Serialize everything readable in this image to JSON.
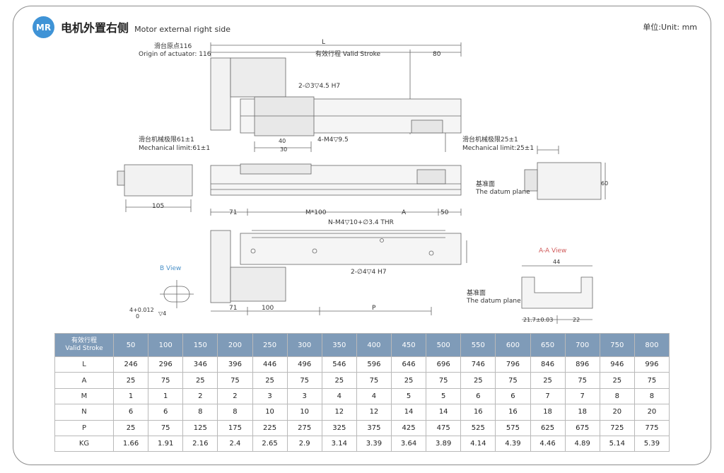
{
  "header": {
    "badge": "MR",
    "title_zh": "电机外置右侧",
    "title_en": "Motor external right side",
    "unit": "单位:Unit: mm"
  },
  "drawing": {
    "L": "L",
    "origin_zh": "滑台原点116",
    "origin_en": "Origin of actuator: 116",
    "valid_stroke": "有效行程 Valid Stroke",
    "dim_80": "80",
    "hole_2_3": "2-∅3▽4.5 H7",
    "tap_4_m4": "4-M4▽9.5",
    "dim_40": "40",
    "dim_30": "30",
    "mech_left_zh": "滑台机械极限61±1",
    "mech_left_en": "Mechanical limit:61±1",
    "mech_right_zh": "滑台机械极限25±1",
    "mech_right_en": "Mechanical limit:25±1",
    "dim_105": "105",
    "datum_zh": "基准面",
    "datum_en": "The datum plane",
    "dim_71_top": "71",
    "dim_M100": "M*100",
    "dim_A": "A",
    "dim_50": "50",
    "n_m4": "N-M4▽10+∅3.4 THR",
    "hole_2_4": "2-∅4▽4 H7",
    "dim_71_bottom": "71",
    "dim_100": "100",
    "dim_P": "P",
    "b_view": "B View",
    "tol_4": "4+0.012",
    "tol_0": "0",
    "tol_depth": "▽4",
    "aa_view": "A-A View",
    "dim_44": "44",
    "dim_21_7": "21.7±0.03",
    "dim_22": "22",
    "dim_60": "60"
  },
  "table": {
    "header_label_zh": "有效行程",
    "header_label_en": "Valid Stroke",
    "strokes": [
      "50",
      "100",
      "150",
      "200",
      "250",
      "300",
      "350",
      "400",
      "450",
      "500",
      "550",
      "600",
      "650",
      "700",
      "750",
      "800"
    ],
    "rows": [
      {
        "label": "L",
        "values": [
          "246",
          "296",
          "346",
          "396",
          "446",
          "496",
          "546",
          "596",
          "646",
          "696",
          "746",
          "796",
          "846",
          "896",
          "946",
          "996"
        ]
      },
      {
        "label": "A",
        "values": [
          "25",
          "75",
          "25",
          "75",
          "25",
          "75",
          "25",
          "75",
          "25",
          "75",
          "25",
          "75",
          "25",
          "75",
          "25",
          "75"
        ]
      },
      {
        "label": "M",
        "values": [
          "1",
          "1",
          "2",
          "2",
          "3",
          "3",
          "4",
          "4",
          "5",
          "5",
          "6",
          "6",
          "7",
          "7",
          "8",
          "8"
        ]
      },
      {
        "label": "N",
        "values": [
          "6",
          "6",
          "8",
          "8",
          "10",
          "10",
          "12",
          "12",
          "14",
          "14",
          "16",
          "16",
          "18",
          "18",
          "20",
          "20"
        ]
      },
      {
        "label": "P",
        "values": [
          "25",
          "75",
          "125",
          "175",
          "225",
          "275",
          "325",
          "375",
          "425",
          "475",
          "525",
          "575",
          "625",
          "675",
          "725",
          "775"
        ]
      },
      {
        "label": "KG",
        "values": [
          "1.66",
          "1.91",
          "2.16",
          "2.4",
          "2.65",
          "2.9",
          "3.14",
          "3.39",
          "3.64",
          "3.89",
          "4.14",
          "4.39",
          "4.46",
          "4.89",
          "5.14",
          "5.39"
        ]
      }
    ]
  },
  "colors": {
    "badge": "#3f93d6",
    "table_header": "#7f9bb8",
    "view_label": "#d05a5a",
    "b_view_label": "#4a90c8"
  }
}
